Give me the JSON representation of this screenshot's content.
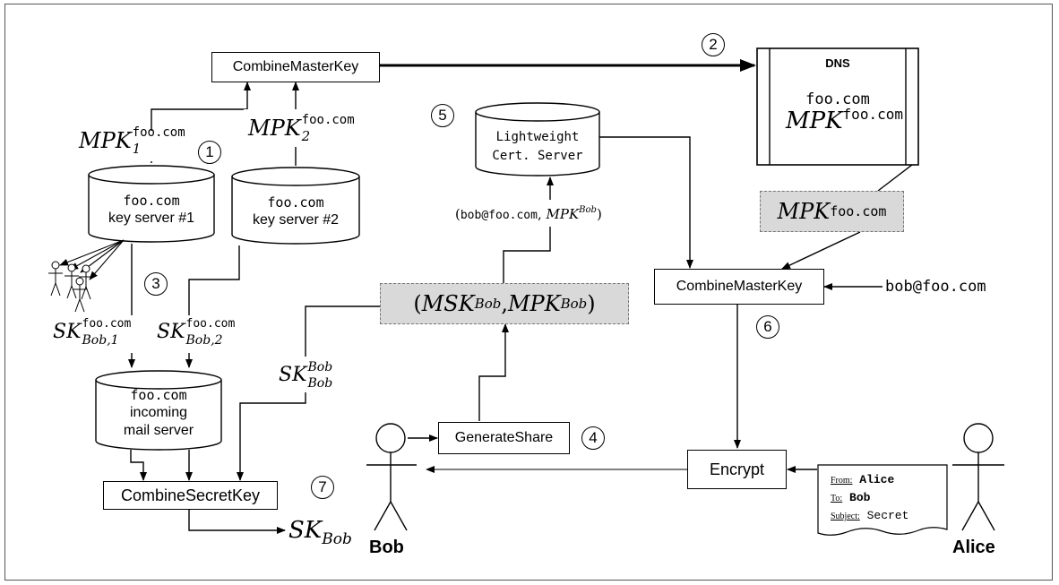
{
  "nodes": {
    "combine_master_key_top": "CombineMasterKey",
    "combine_master_key_right": "CombineMasterKey",
    "generate_share": "GenerateShare",
    "encrypt": "Encrypt",
    "combine_secret_key": "CombineSecretKey",
    "dns": {
      "title": "DNS",
      "domain": "foo.com",
      "mpk_base": "MPK",
      "mpk_sup": "foo.com"
    },
    "key_server_1": {
      "domain": "foo.com",
      "label": "key server #1"
    },
    "key_server_2": {
      "domain": "foo.com",
      "label": "key server #2"
    },
    "cert_server": {
      "line1": "Lightweight",
      "line2": "Cert. Server"
    },
    "mail_server": {
      "domain": "foo.com",
      "line1": "incoming",
      "line2": "mail server"
    },
    "bob": "Bob",
    "alice": "Alice"
  },
  "labels": {
    "mpk1": {
      "base": "MPK",
      "sub": "1",
      "sup": "foo.com"
    },
    "mpk2": {
      "base": "MPK",
      "sub": "2",
      "sup": "foo.com"
    },
    "mpk_dns": {
      "base": "MPK",
      "sup": "foo.com"
    },
    "sk1": {
      "base": "SK",
      "sub": "Bob,1",
      "sup": "foo.com"
    },
    "sk2": {
      "base": "SK",
      "sub": "Bob,2",
      "sup": "foo.com"
    },
    "sk_bob_bob": {
      "base": "SK",
      "sub": "Bob",
      "sup": "Bob"
    },
    "sk_bob": {
      "base": "SK",
      "sub": "Bob"
    },
    "share_pair": {
      "open": "(",
      "msk": "MSK",
      "msk_sup": "Bob",
      "comma": ",",
      "mpk": "MPK",
      "mpk_sup": "Bob",
      "close": ")"
    },
    "cert_req": {
      "open": "(",
      "email": "bob@foo.com",
      "comma": ", ",
      "mpk": "MPK",
      "mpk_sup": "Bob",
      "close": ")"
    },
    "bob_email": "bob@foo.com"
  },
  "steps": [
    "1",
    "2",
    "3",
    "4",
    "5",
    "6",
    "7"
  ],
  "email": {
    "from_label": "From:",
    "from": "Alice",
    "to_label": "To:",
    "to": "Bob",
    "subject_label": "Subject:",
    "subject": "Secret"
  }
}
